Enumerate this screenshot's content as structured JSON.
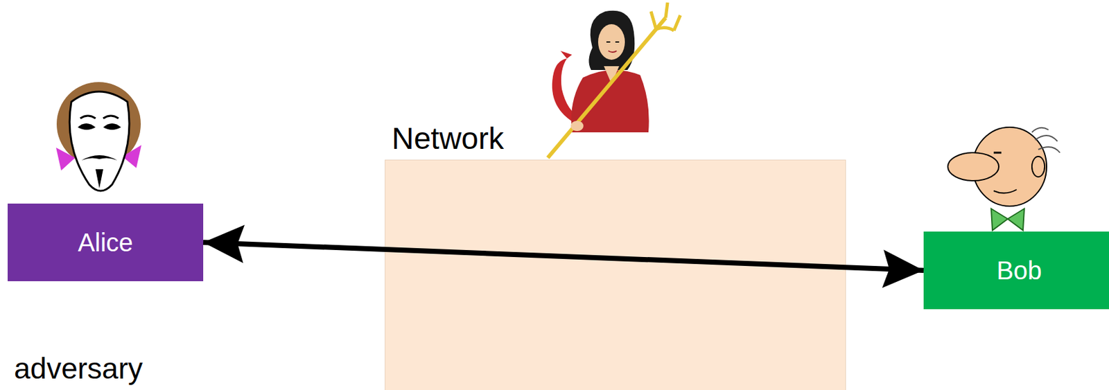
{
  "diagram": {
    "nodes": [
      {
        "text": [
          "Alice"
        ]
      },
      {
        "text": [
          "Network"
        ]
      },
      {
        "text": [
          "Bob"
        ]
      }
    ],
    "edges": [
      {
        "from": 0,
        "to": 2,
        "arrow": "both"
      }
    ],
    "labels": [
      "adversary"
    ]
  }
}
